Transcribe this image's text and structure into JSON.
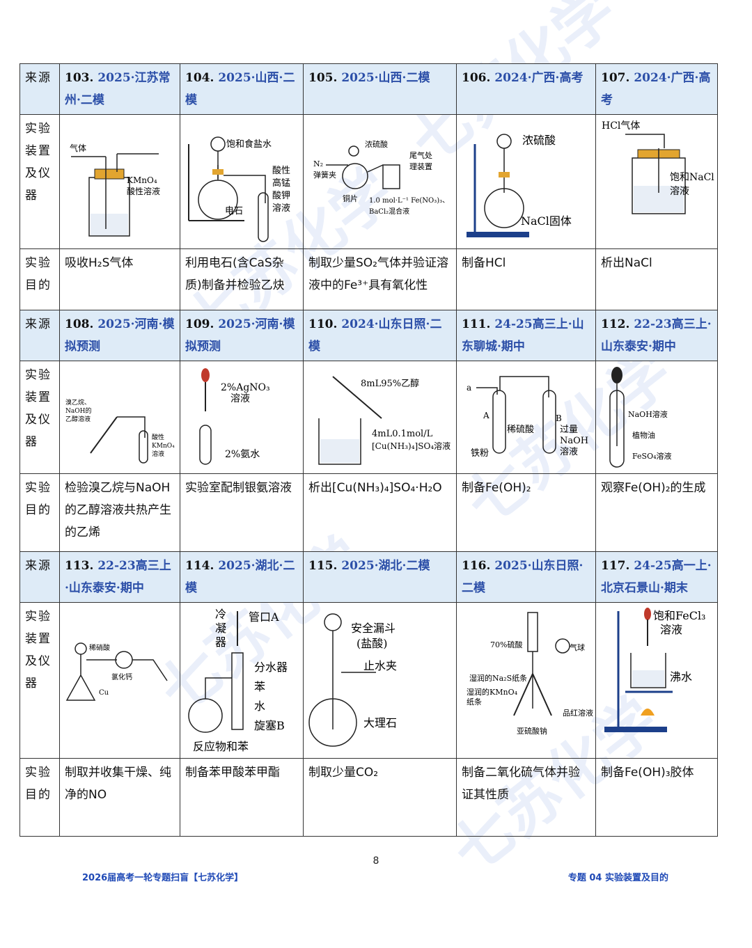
{
  "labels": {
    "source": "来源",
    "apparatus": "实验装置及仪器",
    "purpose_a": "实验",
    "purpose_b": "目的"
  },
  "blocks": [
    {
      "sources": [
        {
          "num": "103.",
          "text": "2025·江苏常州·二模"
        },
        {
          "num": "104.",
          "text": "2025·山西·二模"
        },
        {
          "num": "105.",
          "text": "2025·山西·二模"
        },
        {
          "num": "106.",
          "text": "2024·广西·高考"
        },
        {
          "num": "107.",
          "text": "2024·广西·高考"
        }
      ],
      "purposes": [
        "吸收H₂S气体",
        "利用电石(含CaS杂质)制备并检验乙炔",
        "制取少量SO₂气体并验证溶液中的Fe³⁺具有氧化性",
        "制备HCl",
        "析出NaCl"
      ]
    },
    {
      "sources": [
        {
          "num": "108.",
          "text": "2025·河南·模拟预测"
        },
        {
          "num": "109.",
          "text": "2025·河南·模拟预测"
        },
        {
          "num": "110.",
          "text": "2024·山东日照·二模"
        },
        {
          "num": "111.",
          "text": "24-25高三上·山东聊城·期中"
        },
        {
          "num": "112.",
          "text": "22-23高三上·山东泰安·期中"
        }
      ],
      "purposes": [
        "检验溴乙烷与NaOH的乙醇溶液共热产生的乙烯",
        "实验室配制银氨溶液",
        "析出[Cu(NH₃)₄]SO₄·H₂O",
        "制备Fe(OH)₂",
        "观察Fe(OH)₂的生成"
      ]
    },
    {
      "sources": [
        {
          "num": "113.",
          "text": "22-23高三上·山东泰安·期中"
        },
        {
          "num": "114.",
          "text": "2025·湖北·二模"
        },
        {
          "num": "115.",
          "text": "2025·湖北·二模"
        },
        {
          "num": "116.",
          "text": "2025·山东日照·二模"
        },
        {
          "num": "117.",
          "text": "24-25高一上·北京石景山·期末"
        }
      ],
      "purposes": [
        "制取并收集干燥、纯净的NO",
        "制备苯甲酸苯甲酯",
        "制取少量CO₂",
        "制备二氧化硫气体并验证其性质",
        "制备Fe(OH)₃胶体"
      ]
    }
  ],
  "diagram_labels": {
    "d103": [
      "气体",
      "KMnO₄",
      "酸性溶液"
    ],
    "d104": [
      "饱和食盐水",
      "电石",
      "酸性",
      "高锰",
      "酸钾",
      "溶液"
    ],
    "d105": [
      "N₂",
      "弹簧夹",
      "浓硫酸",
      "尾气处",
      "理装置",
      "铜片",
      "1.0 mol·L⁻¹ Fe(NO₃)₃、",
      "BaCl₂混合液"
    ],
    "d106": [
      "浓硫酸",
      "NaCl固体"
    ],
    "d107": [
      "HCl气体",
      "饱和NaCl",
      "溶液"
    ],
    "d108": [
      "溴乙烷、",
      "NaOH的",
      "乙醇溶液",
      "酸性",
      "KMnO₄",
      "溶液"
    ],
    "d109": [
      "2%AgNO₃",
      "溶液",
      "2%氨水"
    ],
    "d110": [
      "8mL95%乙醇",
      "4mL0.1mol/L",
      "[Cu(NH₃)₄]SO₄溶液"
    ],
    "d111": [
      "a",
      "A",
      "B",
      "稀硫酸",
      "过量",
      "NaOH",
      "溶液",
      "铁粉"
    ],
    "d112": [
      "NaOH溶液",
      "植物油",
      "FeSO₄溶液"
    ],
    "d113": [
      "稀硝酸",
      "氯化钙",
      "Cu"
    ],
    "d114": [
      "冷",
      "凝",
      "器",
      "管口A",
      "分水器",
      "苯",
      "水",
      "旋塞B",
      "反应物和苯"
    ],
    "d115": [
      "安全漏斗",
      "(盐酸)",
      "止水夹",
      "大理石"
    ],
    "d116": [
      "70%硫酸",
      "气球",
      "湿润的Na₂S纸条",
      "湿润的KMnO₄",
      "纸条",
      "品红溶液",
      "亚硫酸钠"
    ],
    "d117": [
      "饱和FeCl₃",
      "溶液",
      "沸水"
    ]
  },
  "footer": {
    "page": "8",
    "left": "2026届高考一轮专题扫盲【七苏化学】",
    "right": "专题 04 实验装置及目的"
  },
  "watermark": "七苏化学"
}
